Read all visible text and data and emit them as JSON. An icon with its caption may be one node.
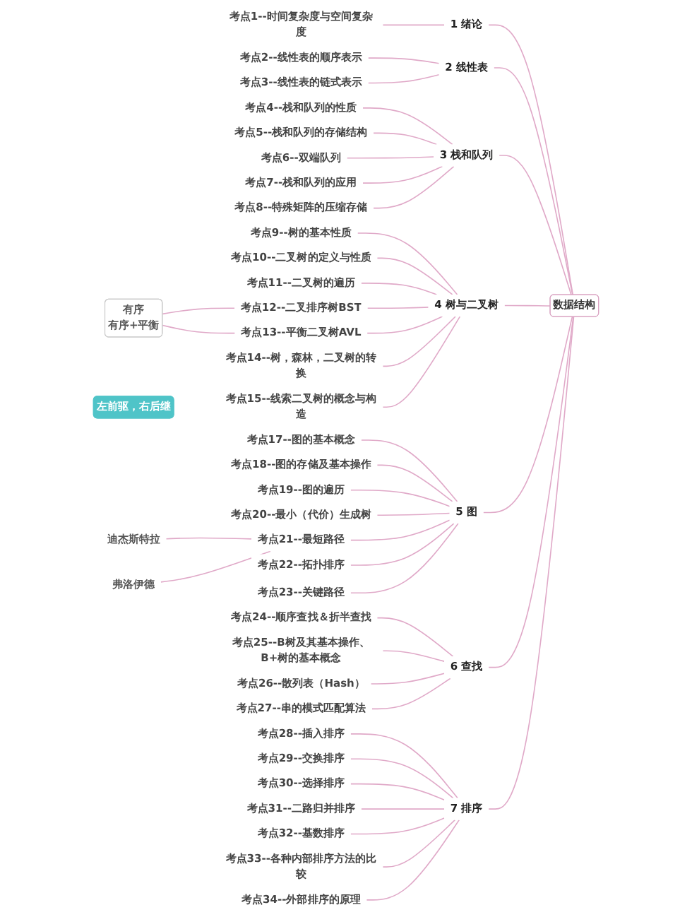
{
  "diagram": {
    "nodes": [
      {
        "text": [
          "数据结构"
        ]
      },
      {
        "text": [
          "1 绪论"
        ]
      },
      {
        "text": [
          "考点1--时间复杂度与空间复杂度"
        ]
      },
      {
        "text": [
          "2 线性表"
        ]
      },
      {
        "text": [
          "考点2--线性表的顺序表示"
        ]
      },
      {
        "text": [
          "考点3--线性表的链式表示"
        ]
      },
      {
        "text": [
          "3 栈和队列"
        ]
      },
      {
        "text": [
          "考点4--栈和队列的性质"
        ]
      },
      {
        "text": [
          "考点5--栈和队列的存储结构"
        ]
      },
      {
        "text": [
          "考点6--双端队列"
        ]
      },
      {
        "text": [
          "考点7--栈和队列的应用"
        ]
      },
      {
        "text": [
          "考点8--特殊矩阵的压缩存储"
        ]
      },
      {
        "text": [
          "4 树与二叉树"
        ]
      },
      {
        "text": [
          "考点9--树的基本性质"
        ]
      },
      {
        "text": [
          "考点10--二叉树的定义与性质"
        ]
      },
      {
        "text": [
          "考点11--二叉树的遍历"
        ]
      },
      {
        "text": [
          "考点12--二叉排序树BST"
        ]
      },
      {
        "text": [
          "考点13--平衡二叉树AVL"
        ]
      },
      {
        "text": [
          "有序",
          "有序+平衡"
        ]
      },
      {
        "text": [
          "考点14--树，森林，二叉树的转换"
        ]
      },
      {
        "text": [
          "左前驱，右后继"
        ]
      },
      {
        "text": [
          "考点15--线索二叉树的概念与构造"
        ]
      },
      {
        "text": [
          "5 图"
        ]
      },
      {
        "text": [
          "考点17--图的基本概念"
        ]
      },
      {
        "text": [
          "考点18--图的存储及基本操作"
        ]
      },
      {
        "text": [
          "考点19--图的遍历"
        ]
      },
      {
        "text": [
          "考点20--最小（代价）生成树"
        ]
      },
      {
        "text": [
          "考点21--最短路径"
        ]
      },
      {
        "text": [
          "迪杰斯特拉"
        ]
      },
      {
        "text": [
          "弗洛伊德"
        ]
      },
      {
        "text": [
          "考点22--拓扑排序"
        ]
      },
      {
        "text": [
          "考点23--关键路径"
        ]
      },
      {
        "text": [
          "6 查找"
        ]
      },
      {
        "text": [
          "考点24--顺序查找＆折半查找"
        ]
      },
      {
        "text": [
          "考点25--B树及其基本操作、B+树的基本概念"
        ]
      },
      {
        "text": [
          "考点26--散列表（Hash）"
        ]
      },
      {
        "text": [
          "考点27--串的模式匹配算法"
        ]
      },
      {
        "text": [
          "7 排序"
        ]
      },
      {
        "text": [
          "考点28--插入排序"
        ]
      },
      {
        "text": [
          "考点29--交换排序"
        ]
      },
      {
        "text": [
          "考点30--选择排序"
        ]
      },
      {
        "text": [
          "考点31--二路归并排序"
        ]
      },
      {
        "text": [
          "考点32--基数排序"
        ]
      },
      {
        "text": [
          "考点33--各种内部排序方法的比较"
        ]
      },
      {
        "text": [
          "考点34--外部排序的原理"
        ]
      }
    ],
    "edges": [
      {
        "from": 0,
        "to": 1,
        "arrow": "none"
      },
      {
        "from": 1,
        "to": 2,
        "arrow": "none"
      },
      {
        "from": 0,
        "to": 3,
        "arrow": "none"
      },
      {
        "from": 3,
        "to": 4,
        "arrow": "none"
      },
      {
        "from": 3,
        "to": 5,
        "arrow": "none"
      },
      {
        "from": 0,
        "to": 6,
        "arrow": "none"
      },
      {
        "from": 6,
        "to": 7,
        "arrow": "none"
      },
      {
        "from": 6,
        "to": 8,
        "arrow": "none"
      },
      {
        "from": 6,
        "to": 9,
        "arrow": "none"
      },
      {
        "from": 6,
        "to": 10,
        "arrow": "none"
      },
      {
        "from": 6,
        "to": 11,
        "arrow": "none"
      },
      {
        "from": 0,
        "to": 12,
        "arrow": "none"
      },
      {
        "from": 12,
        "to": 13,
        "arrow": "none"
      },
      {
        "from": 12,
        "to": 14,
        "arrow": "none"
      },
      {
        "from": 12,
        "to": 15,
        "arrow": "none"
      },
      {
        "from": 12,
        "to": 16,
        "arrow": "none"
      },
      {
        "from": 12,
        "to": 17,
        "arrow": "none"
      },
      {
        "from": 16,
        "to": 18,
        "arrow": "none"
      },
      {
        "from": 17,
        "to": 18,
        "arrow": "none"
      },
      {
        "from": 12,
        "to": 19,
        "arrow": "none"
      },
      {
        "from": 12,
        "to": 21,
        "arrow": "none"
      },
      {
        "from": 0,
        "to": 22,
        "arrow": "none"
      },
      {
        "from": 22,
        "to": 23,
        "arrow": "none"
      },
      {
        "from": 22,
        "to": 24,
        "arrow": "none"
      },
      {
        "from": 22,
        "to": 25,
        "arrow": "none"
      },
      {
        "from": 22,
        "to": 26,
        "arrow": "none"
      },
      {
        "from": 22,
        "to": 27,
        "arrow": "none"
      },
      {
        "from": 27,
        "to": 28,
        "arrow": "none"
      },
      {
        "from": 27,
        "to": 29,
        "arrow": "none"
      },
      {
        "from": 22,
        "to": 30,
        "arrow": "none"
      },
      {
        "from": 22,
        "to": 31,
        "arrow": "none"
      },
      {
        "from": 0,
        "to": 32,
        "arrow": "none"
      },
      {
        "from": 32,
        "to": 33,
        "arrow": "none"
      },
      {
        "from": 32,
        "to": 34,
        "arrow": "none"
      },
      {
        "from": 32,
        "to": 35,
        "arrow": "none"
      },
      {
        "from": 32,
        "to": 36,
        "arrow": "none"
      },
      {
        "from": 0,
        "to": 37,
        "arrow": "none"
      },
      {
        "from": 37,
        "to": 38,
        "arrow": "none"
      },
      {
        "from": 37,
        "to": 39,
        "arrow": "none"
      },
      {
        "from": 37,
        "to": 40,
        "arrow": "none"
      },
      {
        "from": 37,
        "to": 41,
        "arrow": "none"
      },
      {
        "from": 37,
        "to": 42,
        "arrow": "none"
      },
      {
        "from": 37,
        "to": 43,
        "arrow": "none"
      },
      {
        "from": 37,
        "to": 44,
        "arrow": "none"
      }
    ]
  }
}
